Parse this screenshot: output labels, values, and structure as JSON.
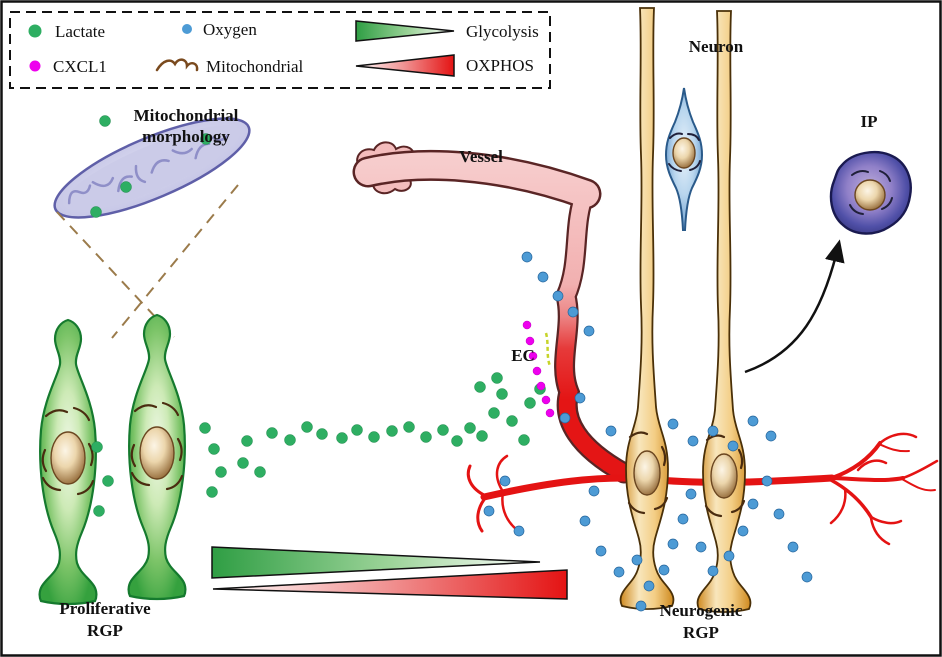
{
  "legend": {
    "lactate": {
      "label": "Lactate",
      "color": "#2eae62"
    },
    "oxygen": {
      "label": "Oxygen",
      "color": "#4d9bd5"
    },
    "cxcl1": {
      "label": "CXCL1",
      "color": "#ee00ee"
    },
    "mitochondrial": {
      "label": "Mitochondrial",
      "color": "#7a4a1e"
    },
    "glycolysis": {
      "label": "Glycolysis",
      "gradient": [
        "#2f9e44",
        "#ffffff"
      ]
    },
    "oxphos": {
      "label": "OXPHOS",
      "gradient": [
        "#ffffff",
        "#e41313"
      ]
    }
  },
  "labels": {
    "mito_morphology_line1": "Mitochondrial",
    "mito_morphology_line2": "morphology",
    "vessel": "Vessel",
    "ec": "EC",
    "neuron": "Neuron",
    "ip": "IP",
    "proliferative_line1": "Proliferative",
    "proliferative_line2": "RGP",
    "neurogenic_line1": "Neurogenic",
    "neurogenic_line2": "RGP"
  },
  "colors": {
    "lactate": "#2eae62",
    "oxygen": "#4d9bd5",
    "cxcl1": "#ee00ee",
    "vessel_pink": "#f2b0b0",
    "vessel_red": "#e41515",
    "capillary": "#e41313",
    "proliferative_cell": "#35a13e",
    "neurogenic_cell": "#efae4a",
    "neuron_cell": "#7fb2dd",
    "ip_cell": "#4646a0",
    "mitochondrion": "#cacae8",
    "nucleus": "#c89a62"
  },
  "scatter": {
    "lactate_mito": [
      [
        105,
        121
      ],
      [
        206,
        139
      ],
      [
        126,
        187
      ],
      [
        96,
        212
      ]
    ],
    "lactate_cells": [
      [
        97,
        447
      ],
      [
        108,
        481
      ],
      [
        99,
        511
      ],
      [
        205,
        428
      ],
      [
        214,
        449
      ],
      [
        221,
        472
      ],
      [
        212,
        492
      ]
    ],
    "lactate_trail": [
      [
        243,
        463
      ],
      [
        260,
        472
      ],
      [
        247,
        441
      ],
      [
        272,
        433
      ],
      [
        290,
        440
      ],
      [
        307,
        427
      ],
      [
        322,
        434
      ],
      [
        342,
        438
      ],
      [
        357,
        430
      ],
      [
        374,
        437
      ],
      [
        392,
        431
      ],
      [
        409,
        427
      ],
      [
        426,
        437
      ],
      [
        443,
        430
      ],
      [
        457,
        441
      ],
      [
        470,
        428
      ],
      [
        482,
        436
      ],
      [
        494,
        413
      ],
      [
        502,
        394
      ],
      [
        480,
        387
      ],
      [
        497,
        378
      ],
      [
        512,
        421
      ],
      [
        524,
        440
      ],
      [
        530,
        403
      ],
      [
        540,
        389
      ]
    ],
    "oxygen": [
      [
        527,
        257
      ],
      [
        543,
        277
      ],
      [
        558,
        296
      ],
      [
        573,
        312
      ],
      [
        589,
        331
      ],
      [
        580,
        398
      ],
      [
        565,
        418
      ],
      [
        611,
        431
      ],
      [
        594,
        491
      ],
      [
        585,
        521
      ],
      [
        601,
        551
      ],
      [
        619,
        572
      ],
      [
        637,
        560
      ],
      [
        649,
        586
      ],
      [
        664,
        570
      ],
      [
        673,
        544
      ],
      [
        683,
        519
      ],
      [
        691,
        494
      ],
      [
        701,
        547
      ],
      [
        713,
        571
      ],
      [
        729,
        556
      ],
      [
        743,
        531
      ],
      [
        753,
        504
      ],
      [
        767,
        481
      ],
      [
        779,
        514
      ],
      [
        793,
        547
      ],
      [
        807,
        577
      ],
      [
        673,
        424
      ],
      [
        693,
        441
      ],
      [
        713,
        431
      ],
      [
        733,
        446
      ],
      [
        753,
        421
      ],
      [
        771,
        436
      ],
      [
        489,
        511
      ],
      [
        505,
        481
      ],
      [
        519,
        531
      ],
      [
        641,
        606
      ]
    ],
    "cxcl1": [
      [
        527,
        325
      ],
      [
        530,
        341
      ],
      [
        533,
        356
      ],
      [
        537,
        371
      ],
      [
        541,
        386
      ],
      [
        546,
        400
      ],
      [
        550,
        413
      ]
    ]
  }
}
